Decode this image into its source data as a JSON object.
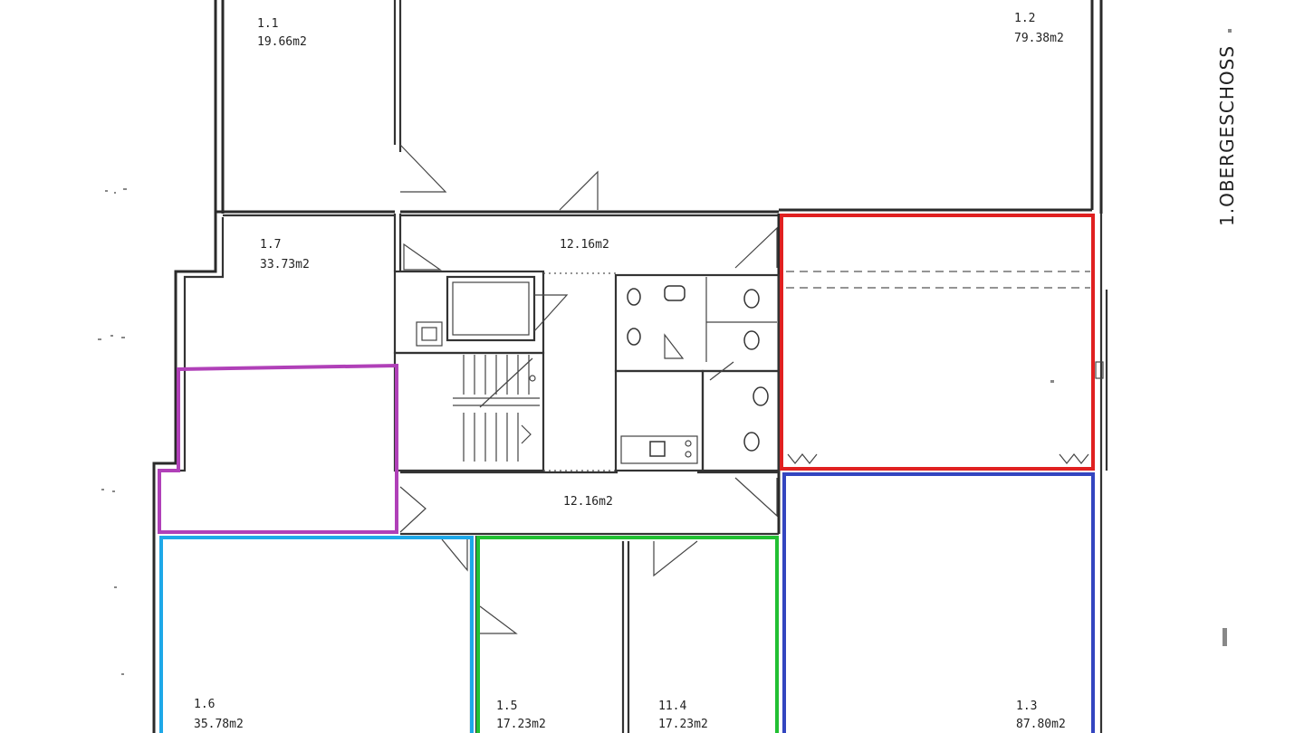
{
  "plan_title": "1.OBERGESCHOSS",
  "rooms": [
    {
      "id": "1.1",
      "area": "19.66m2"
    },
    {
      "id": "1.2",
      "area": "79.38m2"
    },
    {
      "id": "1.7",
      "area": "33.73m2"
    },
    {
      "id": "1.6",
      "area": "35.78m2"
    },
    {
      "id": "1.5",
      "area": "17.23m2"
    },
    {
      "id": "11.4",
      "area": "17.23m2"
    },
    {
      "id": "1.3",
      "area": "87.80m2"
    }
  ],
  "corridors": [
    {
      "area": "12.16m2"
    },
    {
      "area": "12.16m2"
    }
  ],
  "highlight_colors": {
    "red": "#e02020",
    "purple": "#b040b8",
    "light_blue": "#1ea8e8",
    "green": "#22c033",
    "dark_blue": "#3345c0"
  }
}
